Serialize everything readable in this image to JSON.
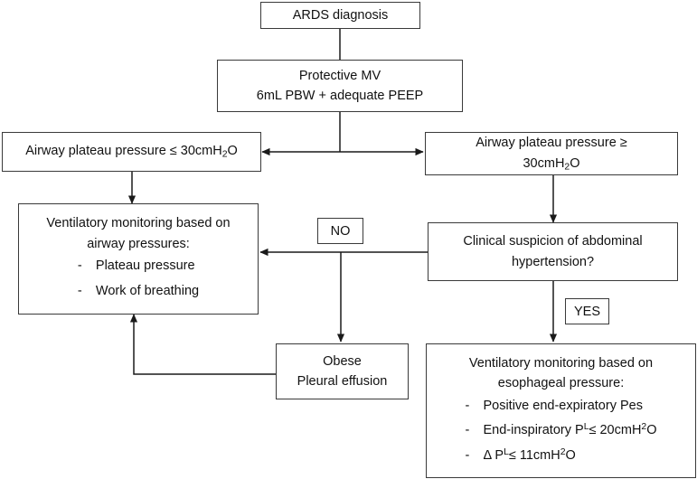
{
  "diagram": {
    "title": "ARDS ventilation management flowchart",
    "line_color": "#1a1a1a",
    "box_border_color": "#3a3a3a",
    "background": "#ffffff",
    "nodes": {
      "ards": {
        "line1": "ARDS diagnosis"
      },
      "protective_mv": {
        "line1": "Protective MV",
        "line2": "6mL PBW + adequate PEEP"
      },
      "plateau_low": {
        "line1": "Airway plateau pressure ≤ 30cmH",
        "sub1": "2",
        "line1_tail": "O"
      },
      "plateau_high": {
        "line1": "Airway plateau pressure ≥",
        "line2": "30cmH",
        "sub2": "2",
        "line2_tail": "O"
      },
      "monitor_airway": {
        "line1": "Ventilatory monitoring based on",
        "line2": "airway pressures:",
        "bullets": [
          {
            "dash": "-",
            "text": "Plateau pressure"
          },
          {
            "dash": "-",
            "text": "Work of breathing"
          }
        ]
      },
      "suspicion": {
        "line1": "Clinical suspicion of abdominal",
        "line2": "hypertension?"
      },
      "obese": {
        "line1": "Obese",
        "line2": "Pleural effusion"
      },
      "monitor_esoph": {
        "line1": "Ventilatory monitoring based on",
        "line2": "esophageal pressure:",
        "bullets": [
          {
            "dash": "-",
            "text": "Positive end-expiratory Pes"
          },
          {
            "dash": "-",
            "pre": "End-inspiratory P",
            "sub": "L",
            "post": " ≤ 20cmH",
            "sub2": "2",
            "tail": "O"
          },
          {
            "dash": "-",
            "pre": "Δ P",
            "sub": "L",
            "post": " ≤ 11cmH",
            "sub2": "2",
            "tail": "O"
          }
        ]
      }
    },
    "edge_labels": {
      "no": "NO",
      "yes": "YES"
    }
  }
}
